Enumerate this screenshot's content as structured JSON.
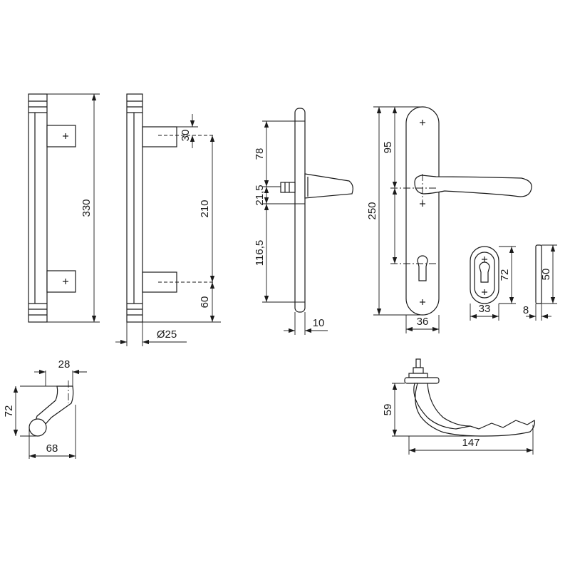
{
  "colors": {
    "line": "#1a1a1a",
    "background": "#ffffff"
  },
  "pull_handle": {
    "length": "330",
    "mount_top": "30",
    "mount_spacing": "210",
    "mount_bottom": "60",
    "diameter": "Ø25"
  },
  "side_plate": {
    "top": "78",
    "square": "21,5",
    "lower": "116,5",
    "thickness": "10"
  },
  "front_plate": {
    "lever_offset": "95",
    "height": "250",
    "width": "36"
  },
  "escutcheon": {
    "height": "72",
    "width": "33",
    "side_height": "50",
    "side_thickness": "8"
  },
  "knob_profile": {
    "top_width": "28",
    "height": "72",
    "width": "68"
  },
  "lever_profile": {
    "height": "59",
    "length": "147"
  }
}
